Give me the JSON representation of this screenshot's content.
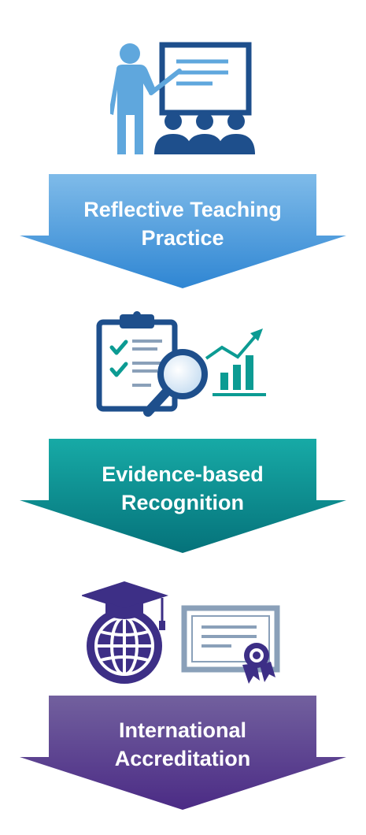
{
  "steps": [
    {
      "icon": "teacher-presenting-icon",
      "line1": "Reflective Teaching",
      "line2": "Practice",
      "color_top": "#7fbbe9",
      "color_bottom": "#2f86d3"
    },
    {
      "icon": "clipboard-analysis-icon",
      "line1": "Evidence-based",
      "line2": "Recognition",
      "color_top": "#17aaa6",
      "color_bottom": "#05727a"
    },
    {
      "icon": "graduation-globe-certificate-icon",
      "line1": "International",
      "line2": "Accreditation",
      "color_top": "#72609e",
      "color_bottom": "#4b2b85"
    }
  ],
  "colors": {
    "navy": "#1e4f8c",
    "sky": "#5fa7dd",
    "teal": "#0c9b93",
    "purple": "#3d2f86",
    "gray_blue": "#8aa0b9"
  }
}
